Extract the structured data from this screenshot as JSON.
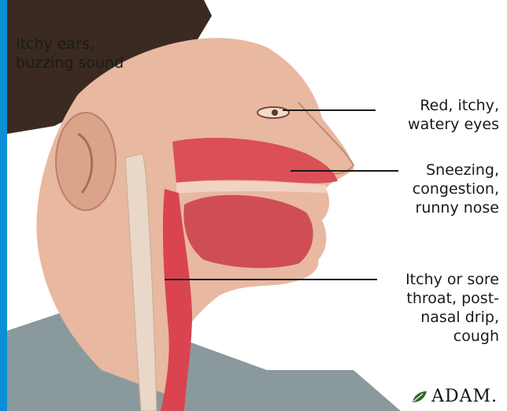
{
  "annotations": {
    "ears": "Itchy ears,\nbuzzing sound",
    "eyes": "Red, itchy,\nwatery eyes",
    "nose": "Sneezing,\ncongestion,\nrunny nose",
    "throat": "Itchy or sore\nthroat, post-\nnasal drip,\ncough"
  },
  "brand": {
    "text": "ADAM."
  },
  "colors": {
    "frame_blue": "#0a8fd6",
    "skin": "#e8b8a0",
    "tissue": "#d9444f",
    "shirt": "#8a9a9c",
    "hair": "#3a2a22"
  }
}
